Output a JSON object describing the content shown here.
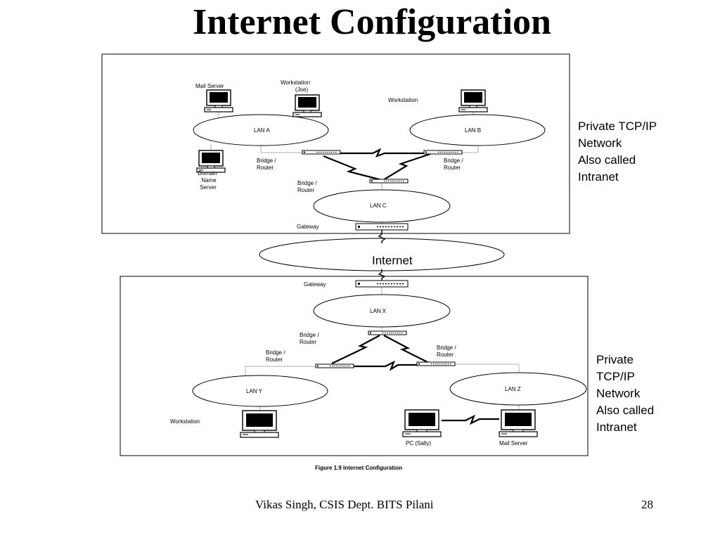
{
  "slide": {
    "title": "Internet Configuration",
    "footer": "Vikas Singh, CSIS Dept. BITS Pilani",
    "page_number": "28"
  },
  "top_network": {
    "note_lines": [
      "Private TCP/IP",
      "Network",
      "Also called",
      "Intranet"
    ],
    "mail_server": "Mail Server",
    "workstation_joe": [
      "Workstation",
      "(Joe)"
    ],
    "workstation": "Workstation",
    "lan_a": "LAN A",
    "lan_b": "LAN B",
    "lan_c": "LAN C",
    "bridge_left": [
      "Bridge /",
      "Router"
    ],
    "bridge_right": [
      "Bridge /",
      "Router"
    ],
    "bridge_center": [
      "Bridge /",
      "Router"
    ],
    "dns": [
      "Domain",
      "Name",
      "Server"
    ],
    "gateway": "Gateway"
  },
  "internet": {
    "label": "Internet"
  },
  "bottom_network": {
    "note_lines": [
      "Private",
      "TCP/IP",
      "Network",
      "Also called",
      "Intranet"
    ],
    "gateway": "Gateway",
    "lan_x": "LAN X",
    "bridge_top": [
      "Bridge /",
      "Router"
    ],
    "bridge_left": [
      "Bridge /",
      "Router"
    ],
    "bridge_right": [
      "Bridge /",
      "Router"
    ],
    "lan_y": "LAN Y",
    "lan_z": "LAN Z",
    "workstation": "Workstation",
    "pc_sally": "PC (Sally)",
    "mail_server": "Mail Server"
  },
  "figure_caption": "Figure 1.9 Internet Configuration"
}
